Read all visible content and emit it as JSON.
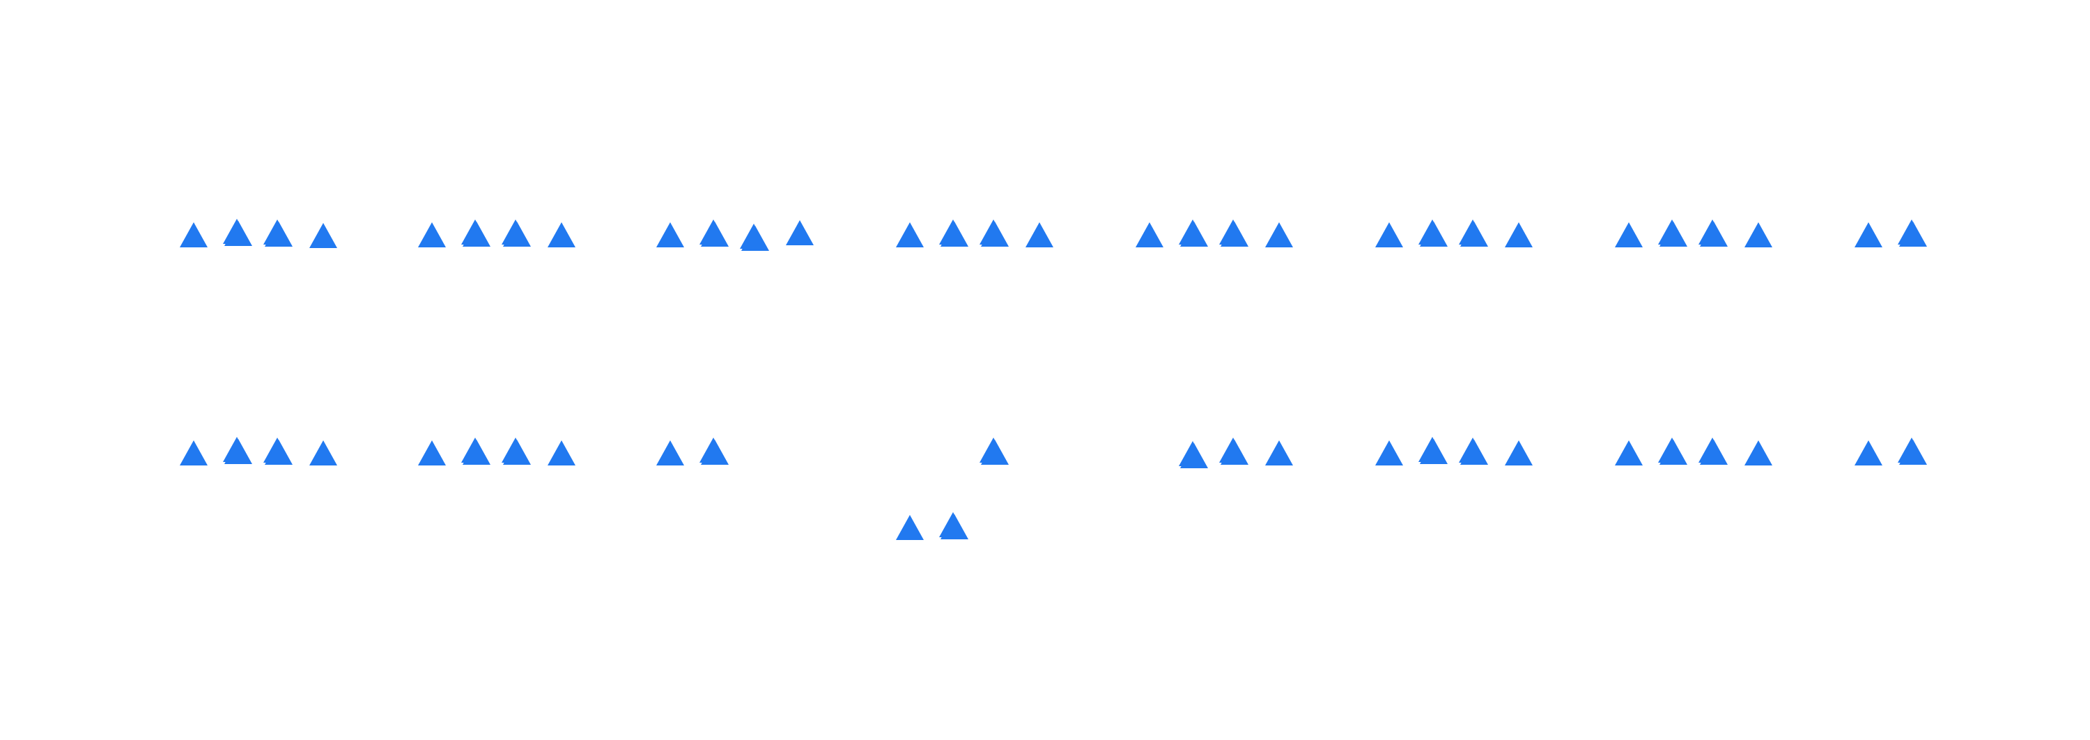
{
  "colors": {
    "background": "#ffffff",
    "marker": "#2179f0"
  },
  "icon": "triangle-marker-icon",
  "rows": [
    {
      "name": "top-row",
      "groups": [
        {
          "name": "group-1",
          "markers": [
            {
              "offset": 0,
              "stack": 1
            },
            {
              "offset": -5,
              "stack": 2
            },
            {
              "offset": -4,
              "stack": 2
            },
            {
              "offset": 1,
              "stack": 1
            }
          ]
        },
        {
          "name": "group-2",
          "markers": [
            {
              "offset": 0,
              "stack": 1
            },
            {
              "offset": -4,
              "stack": 2
            },
            {
              "offset": -4,
              "stack": 2
            },
            {
              "offset": 0,
              "stack": 1
            }
          ]
        },
        {
          "name": "group-3",
          "markers": [
            {
              "offset": 0,
              "stack": 1
            },
            {
              "offset": -4,
              "stack": 2
            },
            {
              "offset": 2,
              "stack": 2
            },
            {
              "offset": -3,
              "stack": 1
            }
          ]
        },
        {
          "name": "group-4",
          "markers": [
            {
              "offset": 0,
              "stack": 1
            },
            {
              "offset": -4,
              "stack": 2
            },
            {
              "offset": -4,
              "stack": 2
            },
            {
              "offset": 0,
              "stack": 1
            }
          ]
        },
        {
          "name": "group-5",
          "markers": [
            {
              "offset": 0,
              "stack": 1
            },
            {
              "offset": -4,
              "stack": 2
            },
            {
              "offset": -4,
              "stack": 2
            },
            {
              "offset": 0,
              "stack": 1
            }
          ]
        },
        {
          "name": "group-6",
          "markers": [
            {
              "offset": 0,
              "stack": 1
            },
            {
              "offset": -4,
              "stack": 2
            },
            {
              "offset": -4,
              "stack": 2
            },
            {
              "offset": 0,
              "stack": 1
            }
          ]
        },
        {
          "name": "group-7",
          "markers": [
            {
              "offset": 0,
              "stack": 1
            },
            {
              "offset": -4,
              "stack": 2
            },
            {
              "offset": -4,
              "stack": 2
            },
            {
              "offset": 0,
              "stack": 1
            }
          ]
        },
        {
          "name": "group-8",
          "markers": [
            {
              "offset": 0,
              "stack": 1
            },
            {
              "offset": -4,
              "stack": 2
            }
          ]
        }
      ]
    },
    {
      "name": "bottom-row",
      "groups": [
        {
          "name": "group-1",
          "markers": [
            {
              "offset": 0,
              "stack": 1
            },
            {
              "offset": -5,
              "stack": 2
            },
            {
              "offset": -4,
              "stack": 2
            },
            {
              "offset": 0,
              "stack": 1
            }
          ]
        },
        {
          "name": "group-2",
          "markers": [
            {
              "offset": 0,
              "stack": 1
            },
            {
              "offset": -4,
              "stack": 2
            },
            {
              "offset": -4,
              "stack": 2
            },
            {
              "offset": 0,
              "stack": 1
            }
          ]
        },
        {
          "name": "group-3",
          "markers": [
            {
              "offset": 0,
              "stack": 1
            },
            {
              "offset": -4,
              "stack": 2
            }
          ]
        },
        {
          "name": "group-4",
          "markers": [
            {
              "offset": -4,
              "stack": 2
            }
          ]
        },
        {
          "name": "group-5",
          "markers": [
            {
              "offset": 1,
              "stack": 2
            },
            {
              "offset": -4,
              "stack": 2
            },
            {
              "offset": 0,
              "stack": 1
            }
          ]
        },
        {
          "name": "group-6",
          "markers": [
            {
              "offset": 0,
              "stack": 1
            },
            {
              "offset": -5,
              "stack": 2
            },
            {
              "offset": -4,
              "stack": 2
            },
            {
              "offset": 0,
              "stack": 1
            }
          ]
        },
        {
          "name": "group-7",
          "markers": [
            {
              "offset": 0,
              "stack": 1
            },
            {
              "offset": -4,
              "stack": 2
            },
            {
              "offset": -4,
              "stack": 2
            },
            {
              "offset": 0,
              "stack": 1
            }
          ]
        },
        {
          "name": "group-8",
          "markers": [
            {
              "offset": 0,
              "stack": 1
            },
            {
              "offset": -4,
              "stack": 2
            }
          ]
        }
      ]
    },
    {
      "name": "extra-row",
      "groups": [
        {
          "name": "group-4",
          "markers": [
            {
              "offset": 0,
              "stack": 1
            },
            {
              "offset": -4,
              "stack": 2
            }
          ]
        }
      ]
    }
  ]
}
